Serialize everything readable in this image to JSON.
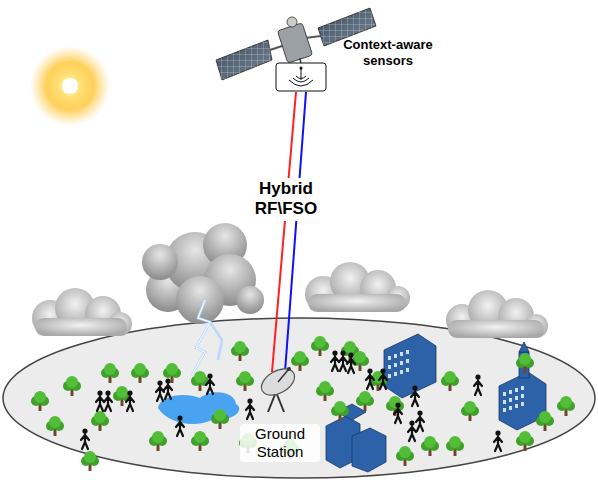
{
  "diagram": {
    "labels": [
      "Context-aware sensors",
      "Hybrid RF\\FSO",
      "Ground Station"
    ]
  }
}
